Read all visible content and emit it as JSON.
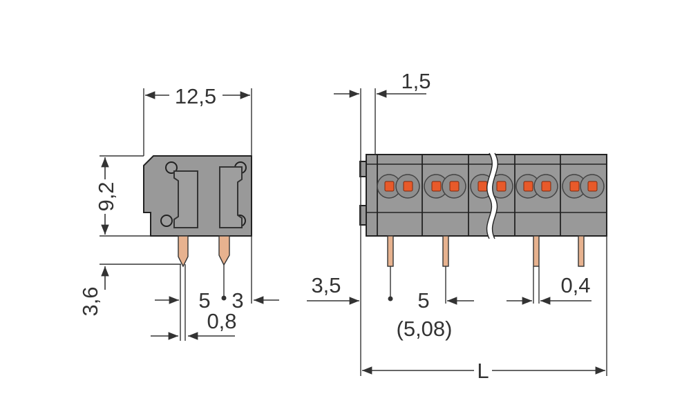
{
  "colors": {
    "housing": "#999999",
    "outline": "#222222",
    "pin": "#e7b28f",
    "button": "#e85a2a",
    "dimension": "#333333"
  },
  "side_view": {
    "width_label": "12,5",
    "height_label": "9,2",
    "pin_length_label": "3,6",
    "pin_pitch_label": "5",
    "pin_offset_label": "3",
    "pin_thickness_label": "0,8"
  },
  "front_view": {
    "edge_label": "1,5",
    "start_offset_label": "3,5",
    "pitch_label": "5",
    "pitch_alt_label": "(5,08)",
    "pin_width_label": "0,4",
    "length_label": "L"
  }
}
